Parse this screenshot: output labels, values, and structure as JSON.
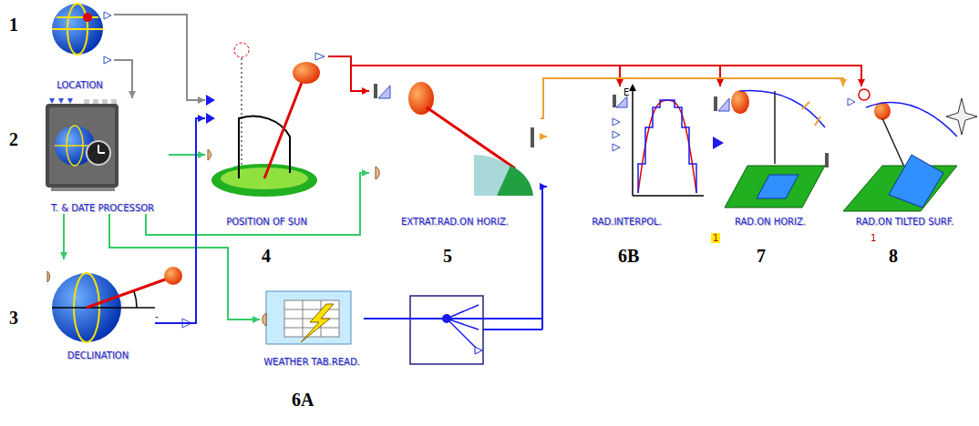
{
  "diagram": {
    "nodes": [
      {
        "text": [
          "LOCATION"
        ]
      },
      {
        "text": [
          "T. & DATE PROCESSOR"
        ]
      },
      {
        "text": [
          "DECLINATION"
        ]
      },
      {
        "text": [
          "POSITION OF SUN"
        ]
      },
      {
        "text": [
          "EXTRAT.RAD.ON HORIZ."
        ]
      },
      {
        "text": [
          "WEATHER TAB.READ."
        ]
      },
      {
        "text": [
          "RAD.INTERPOL."
        ]
      },
      {
        "text": [
          "RAD.ON HORIZ."
        ]
      },
      {
        "text": [
          "RAD.ON TILTED SURF."
        ]
      }
    ],
    "edges": [
      {
        "from": 0,
        "to": 1,
        "arrow": "to"
      },
      {
        "from": 0,
        "to": 3,
        "arrow": "to"
      },
      {
        "from": 1,
        "to": 2,
        "arrow": "to"
      },
      {
        "from": 1,
        "to": 3,
        "arrow": "to"
      },
      {
        "from": 1,
        "to": 4,
        "arrow": "to"
      },
      {
        "from": 1,
        "to": 5,
        "arrow": "to"
      },
      {
        "from": 2,
        "to": 3,
        "arrow": "to"
      },
      {
        "from": 3,
        "to": 4,
        "arrow": "to"
      },
      {
        "from": 3,
        "to": 6,
        "arrow": "to"
      },
      {
        "from": 3,
        "to": 7,
        "arrow": "to"
      },
      {
        "from": 3,
        "to": 8,
        "arrow": "to"
      },
      {
        "from": 4,
        "to": 6,
        "arrow": "to"
      },
      {
        "from": 4,
        "to": 8,
        "arrow": "to"
      },
      {
        "from": 5,
        "to": 6,
        "arrow": "to"
      },
      {
        "from": 6,
        "to": 7,
        "arrow": "to"
      },
      {
        "from": 7,
        "to": 8,
        "arrow": "to"
      }
    ],
    "labels": [
      "1",
      "2",
      "3",
      "4",
      "5",
      "6B",
      "7",
      "8",
      "6A",
      "E",
      "1",
      "1",
      "-"
    ]
  }
}
